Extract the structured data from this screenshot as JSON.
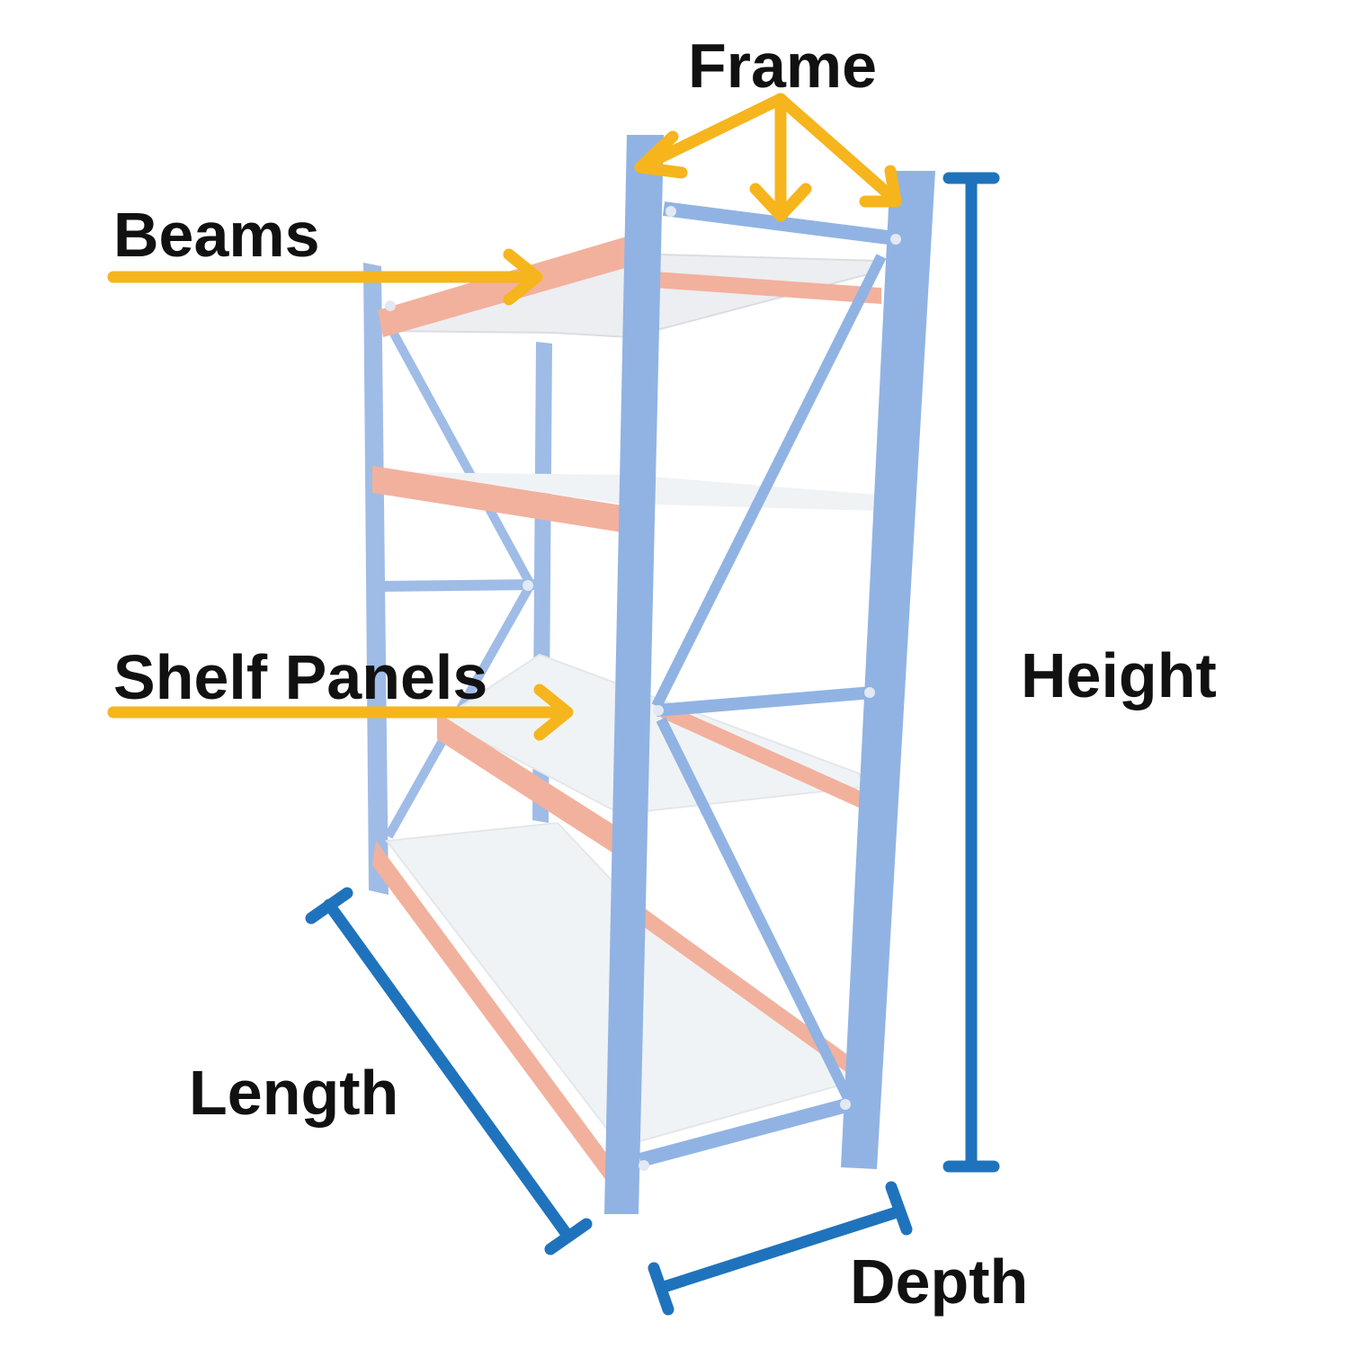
{
  "labels": {
    "frame": "Frame",
    "beams": "Beams",
    "shelf_panels": "Shelf Panels",
    "height": "Height",
    "length": "Length",
    "depth": "Depth"
  },
  "colors": {
    "arrow": "#F6B51C",
    "dimension": "#1F73BC",
    "frame_uprights": "#7EA6DF",
    "beams": "#EE9A80",
    "panels": "#EEF1F4",
    "text": "#111111"
  }
}
